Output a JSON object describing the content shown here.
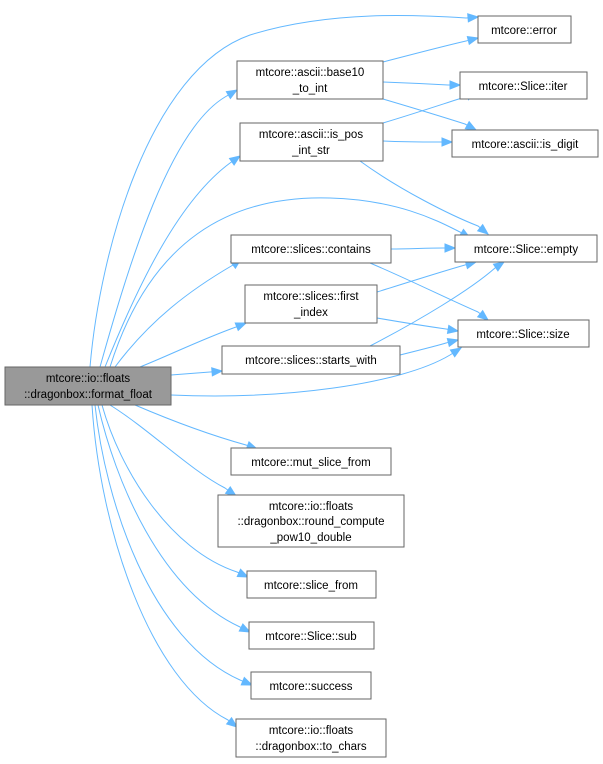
{
  "graph": {
    "root": {
      "line1": "mtcore::io::floats",
      "line2": "::dragonbox::format_float"
    },
    "callees": {
      "base10_to_int": {
        "line1": "mtcore::ascii::base10",
        "line2": "_to_int"
      },
      "is_pos_int_str": {
        "line1": "mtcore::ascii::is_pos",
        "line2": "_int_str"
      },
      "contains": {
        "line1": "mtcore::slices::contains"
      },
      "first_index": {
        "line1": "mtcore::slices::first",
        "line2": "_index"
      },
      "starts_with": {
        "line1": "mtcore::slices::starts_with"
      },
      "mut_slice_from": {
        "line1": "mtcore::mut_slice_from"
      },
      "round_compute": {
        "line1": "mtcore::io::floats",
        "line2": "::dragonbox::round_compute",
        "line3": "_pow10_double"
      },
      "slice_from": {
        "line1": "mtcore::slice_from"
      },
      "slice_sub": {
        "line1": "mtcore::Slice::sub"
      },
      "success": {
        "line1": "mtcore::success"
      },
      "to_chars": {
        "line1": "mtcore::io::floats",
        "line2": "::dragonbox::to_chars"
      }
    },
    "leaves": {
      "error": {
        "line1": "mtcore::error"
      },
      "slice_iter": {
        "line1": "mtcore::Slice::iter"
      },
      "is_digit": {
        "line1": "mtcore::ascii::is_digit"
      },
      "slice_empty": {
        "line1": "mtcore::Slice::empty"
      },
      "slice_size": {
        "line1": "mtcore::Slice::size"
      }
    },
    "colors": {
      "edge": "#63b8ff",
      "node_border": "#666666",
      "root_fill": "#999999",
      "node_fill": "#ffffff"
    }
  }
}
